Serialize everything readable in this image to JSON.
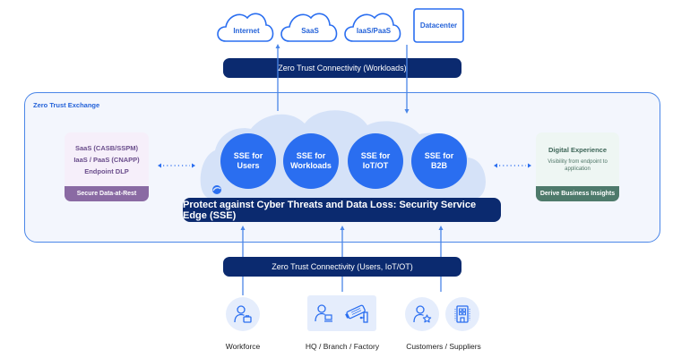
{
  "destinations": [
    {
      "label": "Internet",
      "shape": "cloud"
    },
    {
      "label": "SaaS",
      "shape": "cloud"
    },
    {
      "label": "IaaS/PaaS",
      "shape": "cloud"
    },
    {
      "label": "Datacenter",
      "shape": "box"
    }
  ],
  "workloads_bar": {
    "label": "Zero Trust Connectivity (Workloads)"
  },
  "exchange": {
    "title": "Zero Trust Exchange",
    "sse_services": [
      {
        "line1": "SSE for",
        "line2": "Users"
      },
      {
        "line1": "SSE for",
        "line2": "Workloads"
      },
      {
        "line1": "SSE for",
        "line2": "IoT/OT"
      },
      {
        "line1": "SSE for",
        "line2": "B2B"
      }
    ],
    "sse_bar": {
      "label": "Protect against Cyber Threats and Data Loss: Security Service Edge (SSE)"
    },
    "left_panel": {
      "items": [
        "SaaS (CASB/SSPM)",
        "IaaS / PaaS (CNAPP)",
        "Endpoint DLP"
      ],
      "footer": "Secure Data-at-Rest"
    },
    "right_panel": {
      "title": "Digital Experience",
      "description": "Visibility from endpoint to application",
      "footer": "Derive Business Insights"
    }
  },
  "users_bar": {
    "label": "Zero Trust Connectivity (Users, IoT/OT)"
  },
  "sources": [
    {
      "label": "Workforce",
      "icons": [
        "user-briefcase-icon"
      ]
    },
    {
      "label": "HQ / Branch / Factory",
      "icons": [
        "user-computer-icon",
        "security-camera-icon"
      ]
    },
    {
      "label": "Customers / Suppliers",
      "icons": [
        "user-star-icon",
        "building-icon"
      ]
    }
  ],
  "colors": {
    "accent_blue": "#2a6ef0",
    "navy": "#0b2a6f",
    "exchange_bg": "#f3f6fd",
    "cloud_fill": "#d5e2f8",
    "purple_footer": "#8a6aa3",
    "green_footer": "#4e7a6b"
  }
}
